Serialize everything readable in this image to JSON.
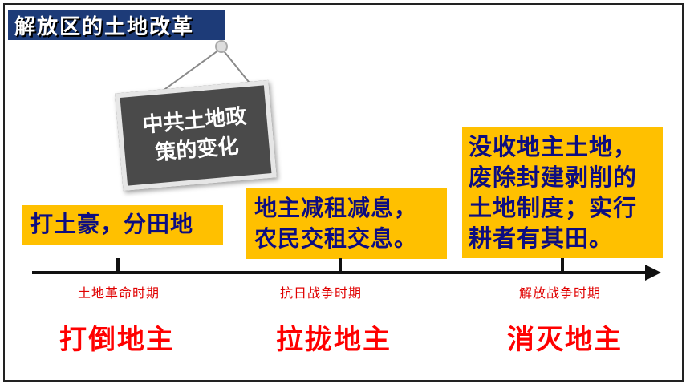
{
  "title": "解放区的土地改革",
  "sign": {
    "text": "中共土地政策的变化"
  },
  "stages": [
    {
      "description": "打土豪，分田地",
      "period": "土地革命时期",
      "policy": "打倒地主"
    },
    {
      "description": "地主减租减息，农民交租交息。",
      "period": "抗日战争时期",
      "policy": "拉拢地主"
    },
    {
      "description": "没收地主土地，废除封建剥削的土地制度；实行耕者有其田。",
      "period": "解放战争时期",
      "policy": "消灭地主"
    }
  ],
  "colors": {
    "title_bg": "#1d3b78",
    "box_bg": "#ffc000",
    "box_text": "#0d0d80",
    "accent_red": "#ff0000"
  }
}
